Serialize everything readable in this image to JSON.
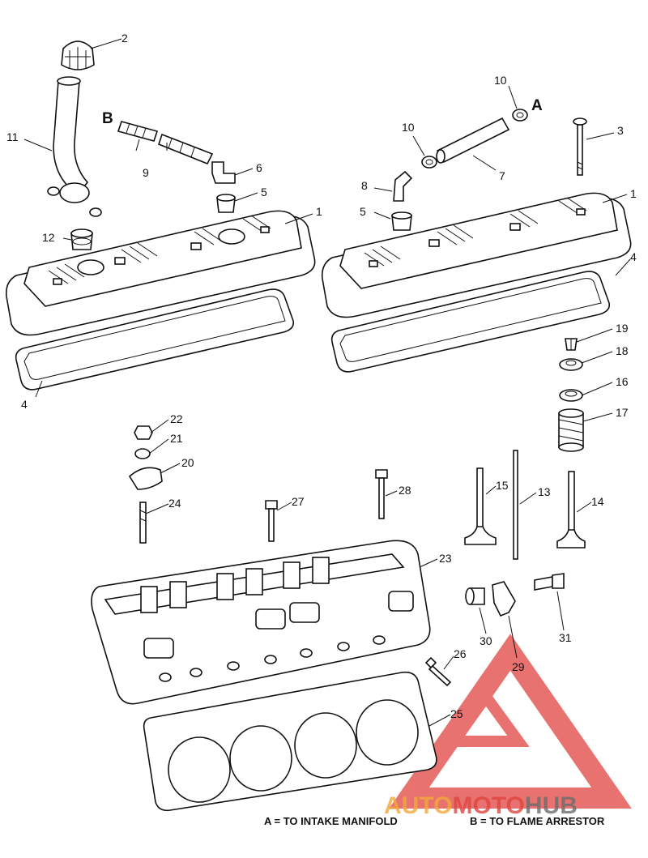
{
  "callouts": {
    "c1a": "1",
    "c1b": "1",
    "c2": "2",
    "c3": "3",
    "c4a": "4",
    "c4b": "4",
    "c5a": "5",
    "c5b": "5",
    "c6": "6",
    "c7": "7",
    "c8": "8",
    "c9": "9",
    "c10a": "10",
    "c10b": "10",
    "c11": "11",
    "c12": "12",
    "c13": "13",
    "c14": "14",
    "c15": "15",
    "c16": "16",
    "c17": "17",
    "c18": "18",
    "c19": "19",
    "c20": "20",
    "c21": "21",
    "c22": "22",
    "c23": "23",
    "c24": "24",
    "c25": "25",
    "c26": "26",
    "c27": "27",
    "c28": "28",
    "c29": "29",
    "c30": "30",
    "c31": "31"
  },
  "letters": {
    "a": "A",
    "b": "B"
  },
  "legend": {
    "a": "A = TO INTAKE MANIFOLD",
    "b": "B = TO FLAME ARRESTOR"
  },
  "watermark": {
    "part1": "AUTO",
    "part2": "MOTO",
    "part3": "HUB",
    "color_red": "#e0443f",
    "color_orange": "#f2a93b",
    "color_gray": "#6d6d6d"
  }
}
